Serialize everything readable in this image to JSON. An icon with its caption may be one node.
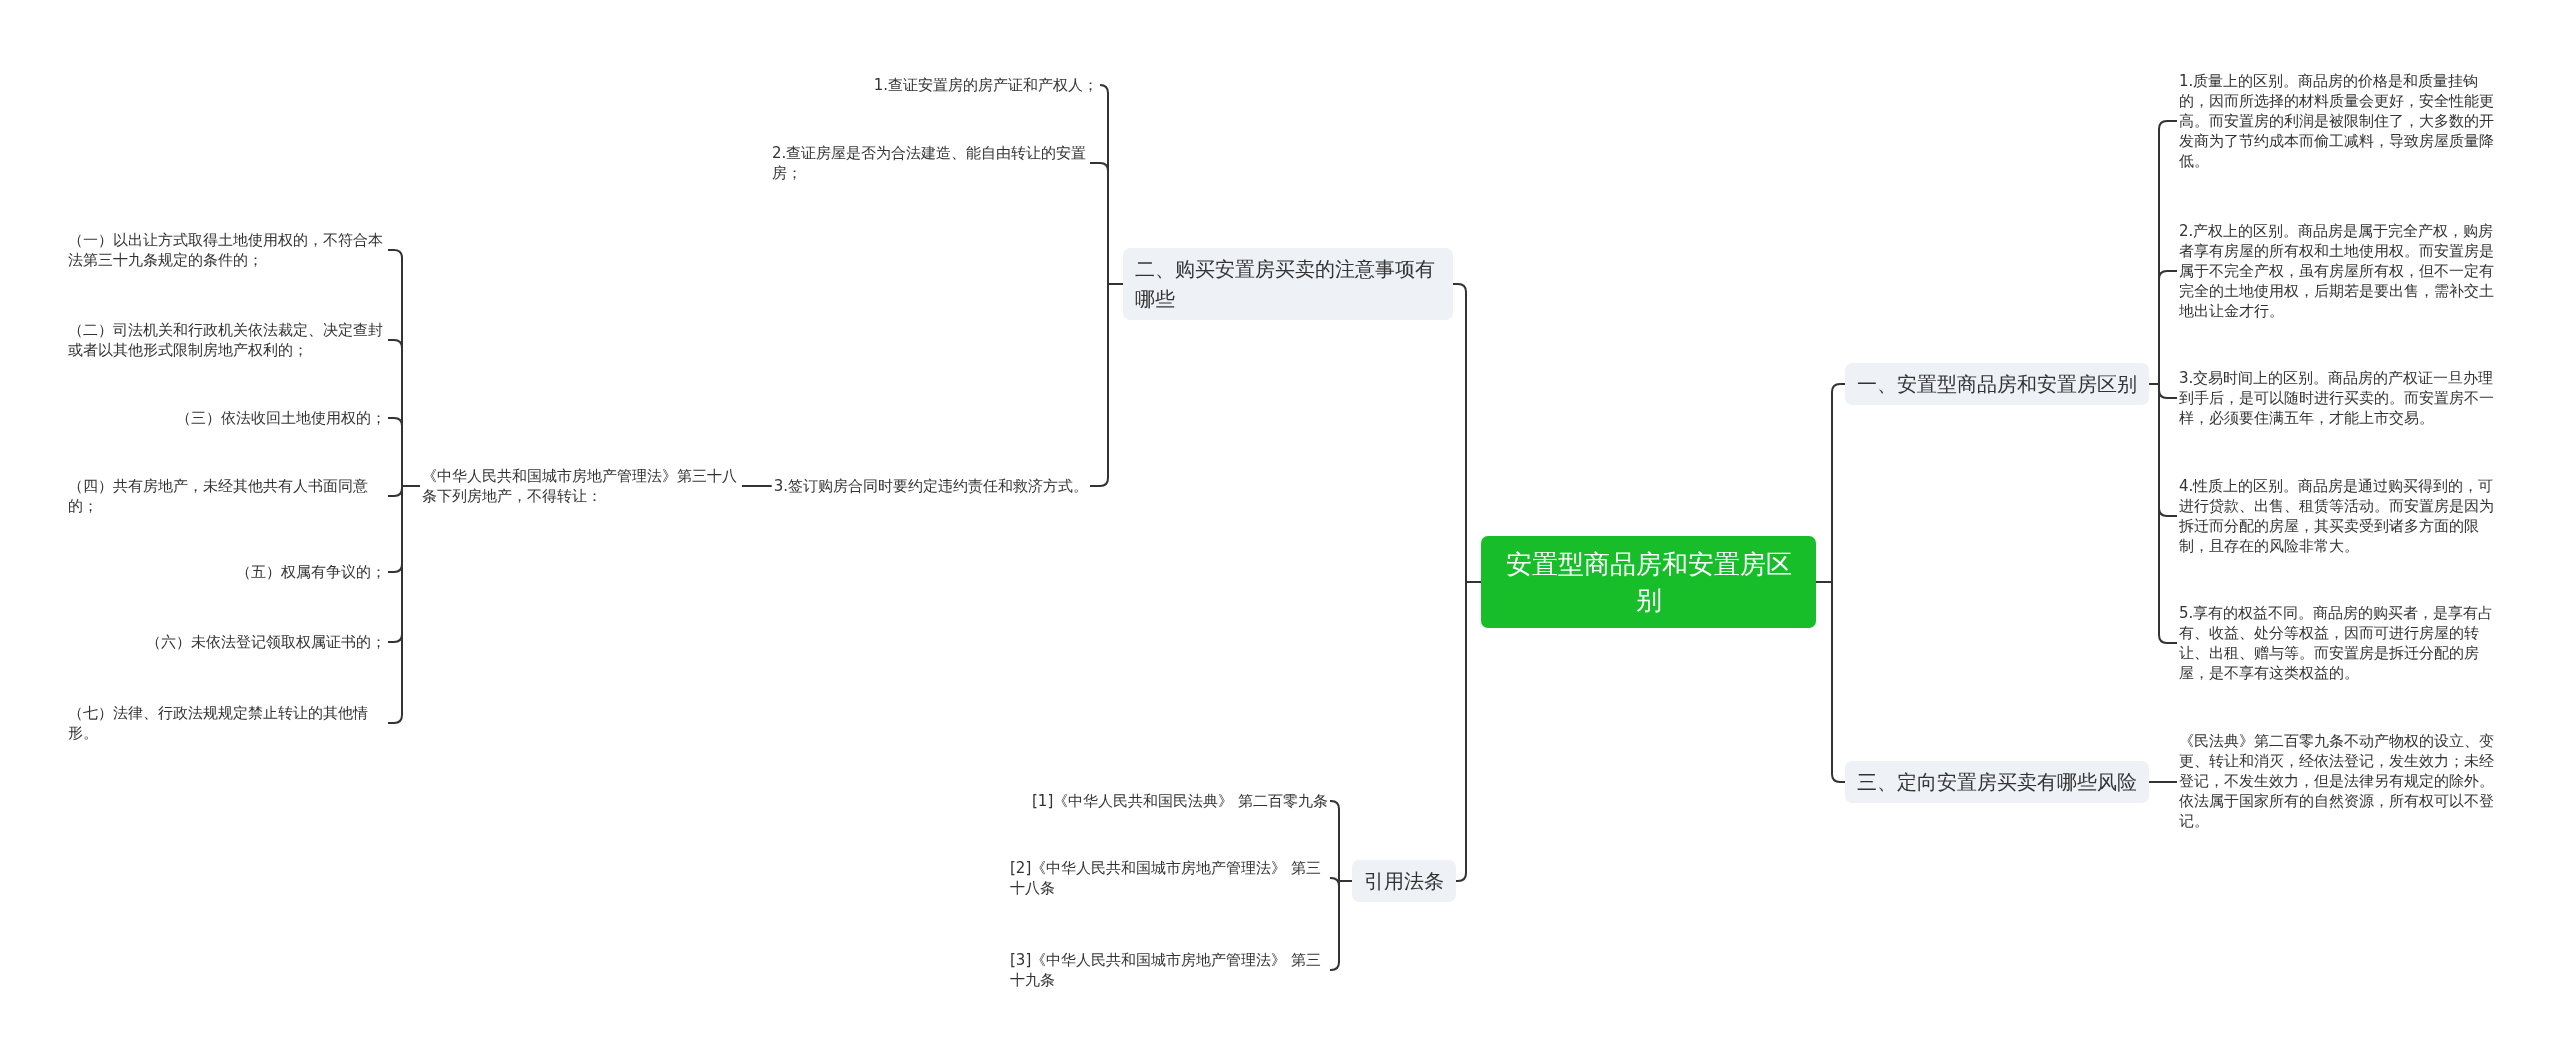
{
  "diagram": {
    "nodes": [
      {
        "text": [
          "安置型商品房和安置房区别"
        ]
      },
      {
        "text": [
          "二、购买安置房买卖的注意事项有哪些"
        ]
      },
      {
        "text": [
          "1.查证安置房的房产证和产权人；"
        ]
      },
      {
        "text": [
          "2.查证房屋是否为合法建造、能自由转让的安置房；"
        ]
      },
      {
        "text": [
          "3.签订购房合同时要约定违约责任和救济方式。"
        ]
      },
      {
        "text": [
          "《中华人民共和国城市房地产管理法》第三十八条下列房地产，不得转让："
        ]
      },
      {
        "text": [
          "（一）以出让方式取得土地使用权的，不符合本法第三十九条规定的条件的；"
        ]
      },
      {
        "text": [
          "（二）司法机关和行政机关依法裁定、决定查封或者以其他形式限制房地产权利的；"
        ]
      },
      {
        "text": [
          "（三）依法收回土地使用权的；"
        ]
      },
      {
        "text": [
          "（四）共有房地产，未经其他共有人书面同意的；"
        ]
      },
      {
        "text": [
          "（五）权属有争议的；"
        ]
      },
      {
        "text": [
          "（六）未依法登记领取权属证书的；"
        ]
      },
      {
        "text": [
          "（七）法律、行政法规规定禁止转让的其他情形。"
        ]
      },
      {
        "text": [
          "引用法条"
        ]
      },
      {
        "text": [
          "[1]《中华人民共和国民法典》 第二百零九条"
        ]
      },
      {
        "text": [
          "[2]《中华人民共和国城市房地产管理法》 第三十八条"
        ]
      },
      {
        "text": [
          "[3]《中华人民共和国城市房地产管理法》 第三十九条"
        ]
      },
      {
        "text": [
          "一、安置型商品房和安置房区别"
        ]
      },
      {
        "text": [
          "三、定向安置房买卖有哪些风险"
        ]
      },
      {
        "text": [
          "1.质量上的区别。商品房的价格是和质量挂钩的，因而所选择的材料质量会更好，安全性能更高。而安置房的利润是被限制住了，大多数的开发商为了节约成本而偷工减料，导致房屋质量降低。"
        ]
      },
      {
        "text": [
          "2.产权上的区别。商品房是属于完全产权，购房者享有房屋的所有权和土地使用权。而安置房是属于不完全产权，虽有房屋所有权，但不一定有完全的土地使用权，后期若是要出售，需补交土地出让金才行。"
        ]
      },
      {
        "text": [
          "3.交易时间上的区别。商品房的产权证一旦办理到手后，是可以随时进行买卖的。而安置房不一样，必须要住满五年，才能上市交易。"
        ]
      },
      {
        "text": [
          "4.性质上的区别。商品房是通过购买得到的，可进行贷款、出售、租赁等活动。而安置房是因为拆迁而分配的房屋，其买卖受到诸多方面的限制，且存在的风险非常大。"
        ]
      },
      {
        "text": [
          "5.享有的权益不同。商品房的购买者，是享有占有、收益、处分等权益，因而可进行房屋的转让、出租、赠与等。而安置房是拆迁分配的房屋，是不享有这类权益的。"
        ]
      },
      {
        "text": [
          "《民法典》第二百零九条不动产物权的设立、变更、转让和消灭，经依法登记，发生效力；未经登记，不发生效力，但是法律另有规定的除外。依法属于国家所有的自然资源，所有权可以不登记。"
        ]
      }
    ],
    "edges": [
      {
        "from": 0,
        "to": 1,
        "arrow": "none"
      },
      {
        "from": 1,
        "to": 2,
        "arrow": "none"
      },
      {
        "from": 1,
        "to": 3,
        "arrow": "none"
      },
      {
        "from": 1,
        "to": 4,
        "arrow": "none"
      },
      {
        "from": 4,
        "to": 5,
        "arrow": "none"
      },
      {
        "from": 5,
        "to": 6,
        "arrow": "none"
      },
      {
        "from": 5,
        "to": 7,
        "arrow": "none"
      },
      {
        "from": 5,
        "to": 8,
        "arrow": "none"
      },
      {
        "from": 5,
        "to": 9,
        "arrow": "none"
      },
      {
        "from": 5,
        "to": 10,
        "arrow": "none"
      },
      {
        "from": 5,
        "to": 11,
        "arrow": "none"
      },
      {
        "from": 5,
        "to": 12,
        "arrow": "none"
      },
      {
        "from": 0,
        "to": 13,
        "arrow": "none"
      },
      {
        "from": 13,
        "to": 14,
        "arrow": "none"
      },
      {
        "from": 13,
        "to": 15,
        "arrow": "none"
      },
      {
        "from": 13,
        "to": 16,
        "arrow": "none"
      },
      {
        "from": 0,
        "to": 17,
        "arrow": "none"
      },
      {
        "from": 0,
        "to": 18,
        "arrow": "none"
      },
      {
        "from": 17,
        "to": 19,
        "arrow": "none"
      },
      {
        "from": 17,
        "to": 20,
        "arrow": "none"
      },
      {
        "from": 17,
        "to": 21,
        "arrow": "none"
      },
      {
        "from": 17,
        "to": 22,
        "arrow": "none"
      },
      {
        "from": 17,
        "to": 23,
        "arrow": "none"
      },
      {
        "from": 18,
        "to": 24,
        "arrow": "none"
      }
    ]
  }
}
